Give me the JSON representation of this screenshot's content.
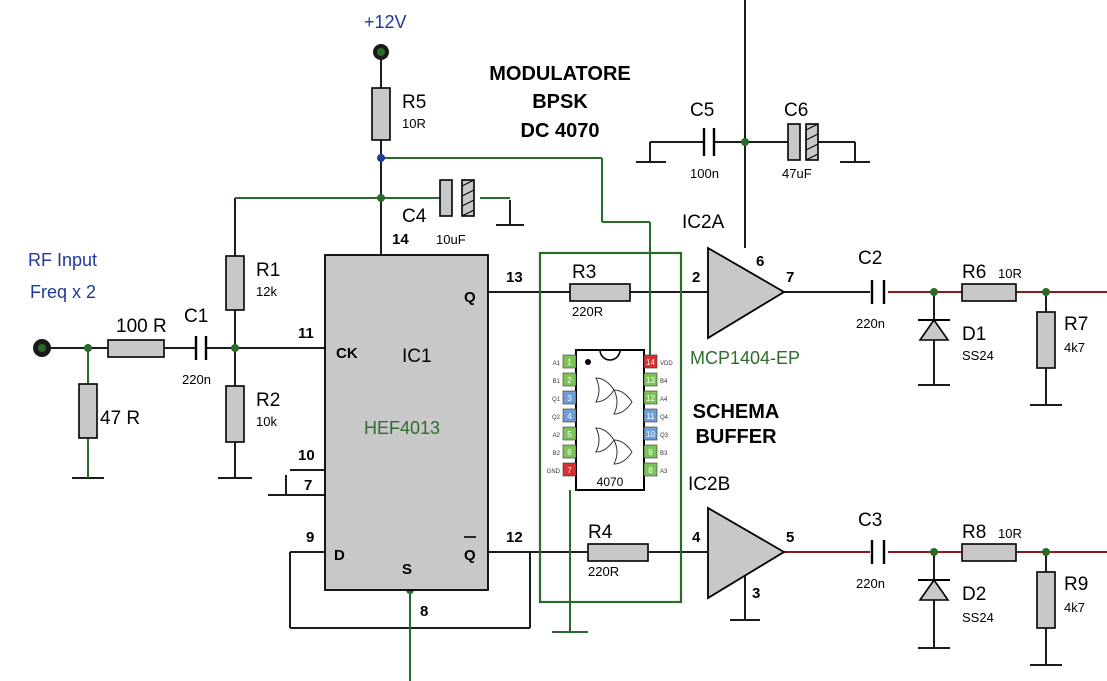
{
  "title": {
    "line1": "MODULATORE",
    "line2": "BPSK",
    "line3": "DC 4070"
  },
  "supply": {
    "label": "+12V"
  },
  "input": {
    "line1": "RF Input",
    "line2": "Freq x 2"
  },
  "buffer_title": {
    "line1": "SCHEMA",
    "line2": "BUFFER"
  },
  "colors": {
    "wire": "#1c1c1c",
    "green_wire": "#2a6b2a",
    "red_wire": "#8b1a1a",
    "blue_text": "#1f3a9a",
    "green_text": "#2e6b2e",
    "chip_body": "#c8c8c8"
  },
  "resistors": {
    "r5": {
      "name": "R5",
      "value": "10R"
    },
    "r1": {
      "name": "R1",
      "value": "12k"
    },
    "r2": {
      "name": "R2",
      "value": "10k"
    },
    "rin": {
      "name": "100 R"
    },
    "r47": {
      "name": "47 R"
    },
    "r3": {
      "name": "R3",
      "value": "220R"
    },
    "r4": {
      "name": "R4",
      "value": "220R"
    },
    "r6": {
      "name": "R6",
      "value": "10R"
    },
    "r7": {
      "name": "R7",
      "value": "4k7"
    },
    "r8": {
      "name": "R8",
      "value": "10R"
    },
    "r9": {
      "name": "R9",
      "value": "4k7"
    }
  },
  "capacitors": {
    "c1": {
      "name": "C1",
      "value": "220n"
    },
    "c2": {
      "name": "C2",
      "value": "220n"
    },
    "c3": {
      "name": "C3",
      "value": "220n"
    },
    "c4": {
      "name": "C4",
      "value": "10uF"
    },
    "c5": {
      "name": "C5",
      "value": "100n"
    },
    "c6": {
      "name": "C6",
      "value": "47uF"
    }
  },
  "diodes": {
    "d1": {
      "name": "D1",
      "value": "SS24"
    },
    "d2": {
      "name": "D2",
      "value": "SS24"
    }
  },
  "ic1": {
    "name": "IC1",
    "part": "HEF4013",
    "pin_ck": "CK",
    "pin_q": "Q",
    "pin_qbar": "Q",
    "pin_d": "D",
    "pin_s": "S",
    "pins": {
      "p14": "14",
      "p13": "13",
      "p11": "11",
      "p10": "10",
      "p7": "7",
      "p9": "9",
      "p12": "12",
      "p8": "8"
    }
  },
  "ic2": {
    "name_a": "IC2A",
    "name_b": "IC2B",
    "part": "MCP1404-EP",
    "pins": {
      "p2": "2",
      "p6": "6",
      "p7": "7",
      "p4": "4",
      "p5": "5",
      "p3": "3"
    }
  },
  "chip4070": {
    "label": "4070",
    "left_pins": [
      {
        "num": "1",
        "name": "A1",
        "color": "#7cc35a"
      },
      {
        "num": "2",
        "name": "B1",
        "color": "#7cc35a"
      },
      {
        "num": "3",
        "name": "Q1",
        "color": "#6f9fd8"
      },
      {
        "num": "4",
        "name": "Q2",
        "color": "#6f9fd8"
      },
      {
        "num": "5",
        "name": "A2",
        "color": "#7cc35a"
      },
      {
        "num": "6",
        "name": "B2",
        "color": "#7cc35a"
      },
      {
        "num": "7",
        "name": "GND",
        "color": "#d83030"
      }
    ],
    "right_pins": [
      {
        "num": "14",
        "name": "VDD",
        "color": "#d83030"
      },
      {
        "num": "13",
        "name": "B4",
        "color": "#7cc35a"
      },
      {
        "num": "12",
        "name": "A4",
        "color": "#7cc35a"
      },
      {
        "num": "11",
        "name": "Q4",
        "color": "#6f9fd8"
      },
      {
        "num": "10",
        "name": "Q3",
        "color": "#6f9fd8"
      },
      {
        "num": "9",
        "name": "B3",
        "color": "#7cc35a"
      },
      {
        "num": "8",
        "name": "A3",
        "color": "#7cc35a"
      }
    ]
  }
}
